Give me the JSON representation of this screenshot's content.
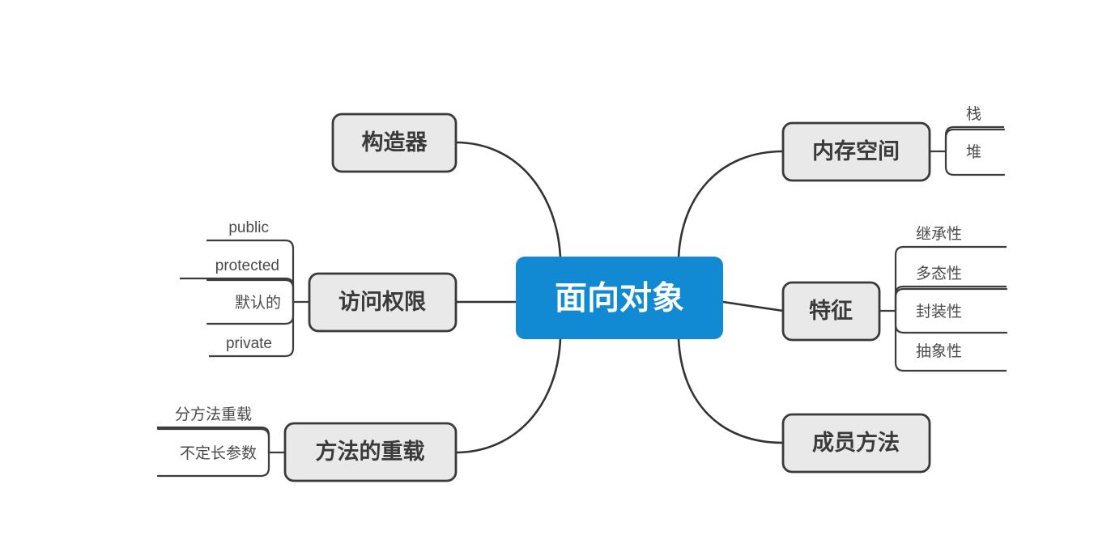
{
  "diagram": {
    "type": "mind-map",
    "title": "面向对象",
    "orientation": "horizontal-bilateral",
    "background_color": "#ffffff",
    "root_color": "#1189d3",
    "branch_fill_color": "#e9e9e9",
    "branch_border_color": "#3a3a3a",
    "line_color": "#333333"
  },
  "root": {
    "label": "面向对象"
  },
  "branches": {
    "left": [
      {
        "label": "构造器",
        "children": []
      },
      {
        "label": "访问权限",
        "children": [
          {
            "label": "public",
            "highlighted": false
          },
          {
            "label": "protected",
            "highlighted": false
          },
          {
            "label": "默认的",
            "highlighted": true
          },
          {
            "label": "private",
            "highlighted": false
          }
        ]
      },
      {
        "label": "方法的重载",
        "children": [
          {
            "label": "分方法重载",
            "highlighted": false
          },
          {
            "label": "不定长参数",
            "highlighted": true
          }
        ]
      }
    ],
    "right": [
      {
        "label": "内存空间",
        "children": [
          {
            "label": "栈",
            "highlighted": false
          },
          {
            "label": "堆",
            "highlighted": true
          }
        ]
      },
      {
        "label": "特征",
        "children": [
          {
            "label": "继承性",
            "highlighted": false
          },
          {
            "label": "多态性",
            "highlighted": false
          },
          {
            "label": "封装性",
            "highlighted": true
          },
          {
            "label": "抽象性",
            "highlighted": false
          }
        ]
      },
      {
        "label": "成员方法",
        "children": []
      }
    ]
  }
}
